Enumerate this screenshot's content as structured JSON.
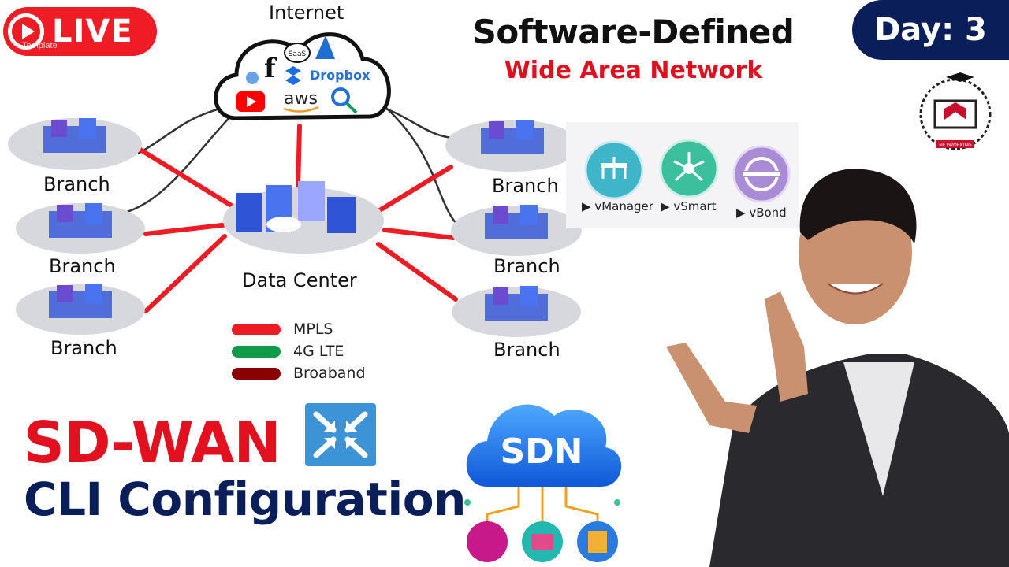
{
  "live": {
    "label": "LIVE",
    "sub": "Template"
  },
  "day": {
    "label": "Day: 3"
  },
  "title": {
    "main": "Software-Defined",
    "sub": "Wide Area Network"
  },
  "cloud": {
    "label": "Internet",
    "services": [
      "SaaS",
      "Dropbox",
      "aws"
    ]
  },
  "diagram": {
    "branches": [
      "Branch",
      "Branch",
      "Branch",
      "Branch",
      "Branch",
      "Branch"
    ],
    "datacenter": "Data Center"
  },
  "legend": [
    {
      "label": "MPLS",
      "color": "#ed1c24"
    },
    {
      "label": "4G LTE",
      "color": "#119a47"
    },
    {
      "label": "Broaband",
      "color": "#8b0000"
    }
  ],
  "controllers": [
    {
      "label": "vManager",
      "color": "#3fb5c9"
    },
    {
      "label": "vSmart",
      "color": "#3bbf9c"
    },
    {
      "label": "vBond",
      "color": "#a98bd6"
    }
  ],
  "headline": {
    "line1": "SD-WAN",
    "line2": "CLI Configuration"
  },
  "sdn": {
    "label": "SDN"
  },
  "logo": {
    "text": "NETWORKING"
  },
  "colors": {
    "red": "#e3101f",
    "navy": "#0a1e5a"
  }
}
